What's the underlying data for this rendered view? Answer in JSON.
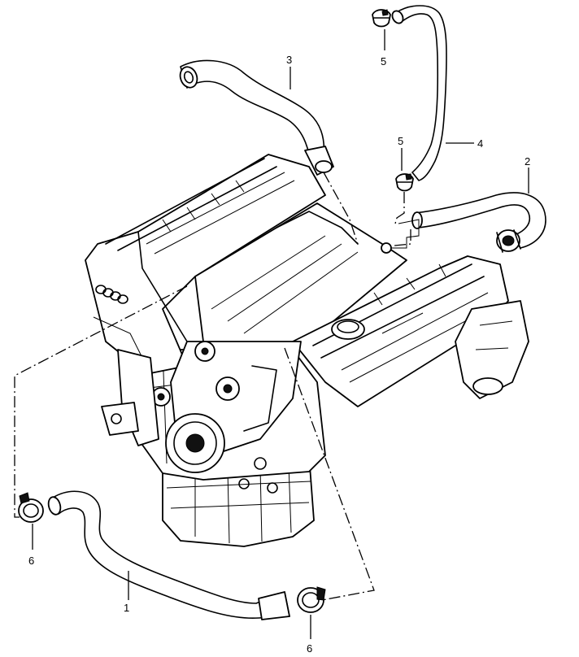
{
  "callouts": [
    {
      "id": "c1",
      "text": "1"
    },
    {
      "id": "c2",
      "text": "2"
    },
    {
      "id": "c3",
      "text": "3"
    },
    {
      "id": "c4",
      "text": "4"
    },
    {
      "id": "c5a",
      "text": "5"
    },
    {
      "id": "c5b",
      "text": "5"
    },
    {
      "id": "c6a",
      "text": "6"
    },
    {
      "id": "c6b",
      "text": "6"
    }
  ],
  "parts": {
    "1": "hose",
    "2": "hose",
    "3": "hose",
    "4": "hose",
    "5": "hose-clamp",
    "6": "hose-clamp"
  },
  "colors": {
    "line": "#000000",
    "background": "#ffffff"
  }
}
